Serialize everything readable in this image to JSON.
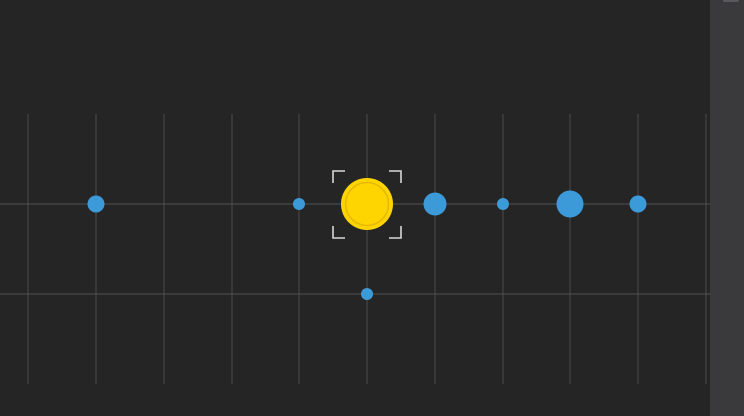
{
  "colors": {
    "background": "#252525",
    "grid_line": "#4a4a4a",
    "row_line": "#515151",
    "node": "#3d9ad9",
    "selected_node": "#ffd500",
    "selected_node_ring": "#e8b800",
    "selection_bracket": "#d8d8d8",
    "scrollbar": "#3a3a3c",
    "scroll_thumb": "#5a5a5e"
  },
  "nodes": [
    {
      "id": "row1-col1",
      "size": "medium"
    },
    {
      "id": "row1-col4",
      "size": "small"
    },
    {
      "id": "row1-col5",
      "size": "large",
      "selected": true
    },
    {
      "id": "row1-col6",
      "size": "medium-large"
    },
    {
      "id": "row1-col7",
      "size": "small"
    },
    {
      "id": "row1-col8",
      "size": "large"
    },
    {
      "id": "row1-col9",
      "size": "medium"
    },
    {
      "id": "row2-col5",
      "size": "small"
    }
  ]
}
